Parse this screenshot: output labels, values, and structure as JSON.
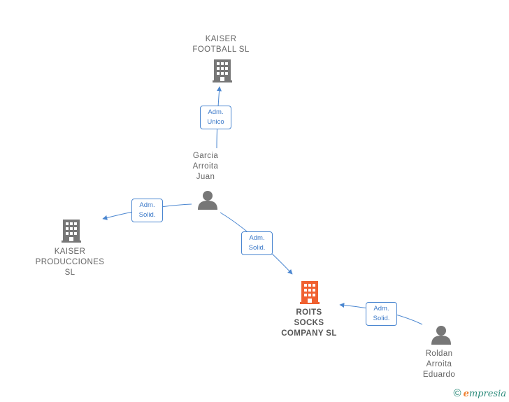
{
  "nodes": {
    "kaiser_football": {
      "label": "KAISER\nFOOTBALL SL",
      "type": "company",
      "color": "#777777"
    },
    "garcia": {
      "label": "Garcia\nArroita\nJuan",
      "type": "person",
      "color": "#777777"
    },
    "kaiser_producciones": {
      "label": "KAISER\nPRODUCCIONES\nSL",
      "type": "company",
      "color": "#777777"
    },
    "roits": {
      "label": "ROITS\nSOCKS\nCOMPANY  SL",
      "type": "company",
      "color": "#f06030"
    },
    "roldan": {
      "label": "Roldan\nArroita\nEduardo",
      "type": "person",
      "color": "#777777"
    }
  },
  "edges": {
    "garcia_to_football": {
      "label": "Adm.\nUnico"
    },
    "garcia_to_producciones": {
      "label": "Adm.\nSolid."
    },
    "garcia_to_roits": {
      "label": "Adm.\nSolid."
    },
    "roldan_to_roits": {
      "label": "Adm.\nSolid."
    }
  },
  "footer": {
    "copyright_symbol": "©",
    "brand_initial": "e",
    "brand_rest": "mpresia"
  },
  "colors": {
    "edge": "#4a86d0",
    "icon_gray": "#777777",
    "icon_focus": "#f06030"
  }
}
